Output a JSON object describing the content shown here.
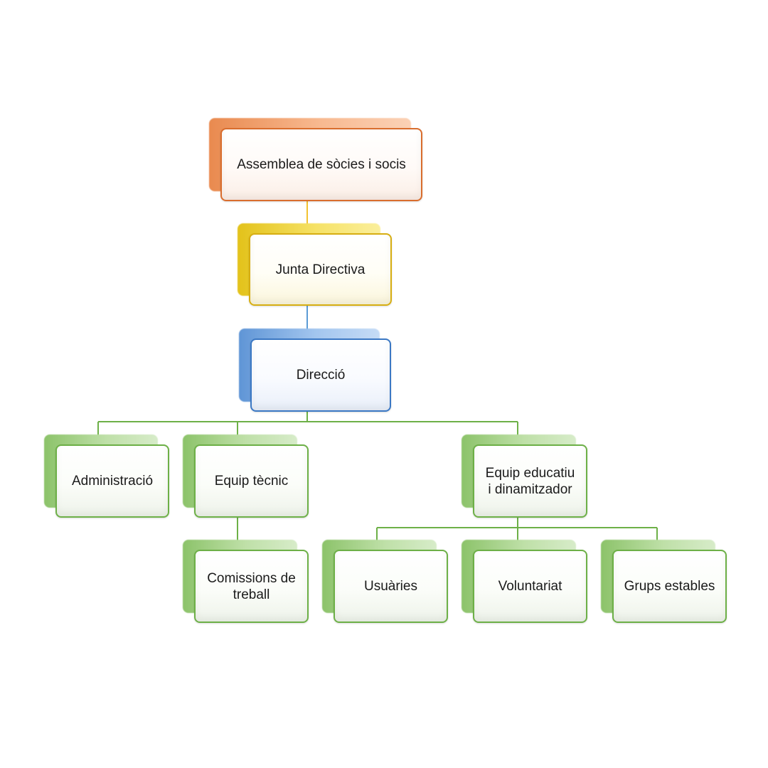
{
  "diagram": {
    "type": "org-chart",
    "nodes": [
      {
        "id": "assemblea",
        "label": "Assemblea de sòcies i socis",
        "color": "orange",
        "parent": null
      },
      {
        "id": "junta",
        "label": "Junta Directiva",
        "color": "yellow",
        "parent": "assemblea"
      },
      {
        "id": "direccio",
        "label": "Direcció",
        "color": "blue",
        "parent": "junta"
      },
      {
        "id": "administracio",
        "label": "Administració",
        "color": "green",
        "parent": "direccio"
      },
      {
        "id": "equip-tecnic",
        "label": "Equip tècnic",
        "color": "green",
        "parent": "direccio"
      },
      {
        "id": "equip-educatiu",
        "label": "Equip educatiu\ni dinamitzador",
        "color": "green",
        "parent": "direccio"
      },
      {
        "id": "comissions",
        "label": "Comissions de\ntreball",
        "color": "green",
        "parent": "equip-tecnic"
      },
      {
        "id": "usuaries",
        "label": "Usuàries",
        "color": "green",
        "parent": "equip-educatiu"
      },
      {
        "id": "voluntariat",
        "label": "Voluntariat",
        "color": "green",
        "parent": "equip-educatiu"
      },
      {
        "id": "grups-estables",
        "label": "Grups estables",
        "color": "green",
        "parent": "equip-educatiu"
      }
    ],
    "colors": {
      "orange": "#d96d2d",
      "yellow": "#d7ae12",
      "blue": "#3b78c4",
      "green": "#6db047"
    }
  }
}
